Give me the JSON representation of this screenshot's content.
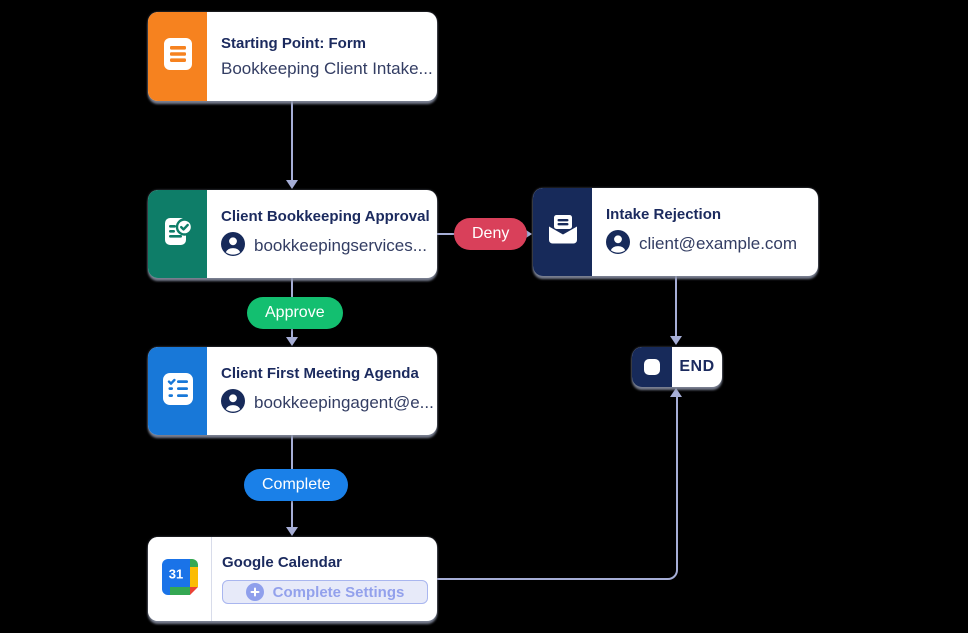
{
  "nodes": {
    "start": {
      "title": "Starting Point: Form",
      "subtitle": "Bookkeeping Client Intake...",
      "accent": "#f6821f",
      "icon": "form-icon"
    },
    "approval": {
      "title": "Client Bookkeeping Approval",
      "subtitle": "bookkeepingservices...",
      "accent": "#0e7d68",
      "icon": "approval-icon"
    },
    "rejection": {
      "title": "Intake Rejection",
      "subtitle": "client@example.com",
      "accent": "#172a5a",
      "icon": "email-icon"
    },
    "agenda": {
      "title": "Client First Meeting Agenda",
      "subtitle": "bookkeepingagent@e...",
      "accent": "#1878d8",
      "icon": "checklist-icon"
    },
    "calendar": {
      "title": "Google Calendar",
      "button_label": "Complete Settings",
      "icon": "google-calendar-icon",
      "icon_badge": "31"
    },
    "end": {
      "label": "END"
    }
  },
  "branches": {
    "deny": {
      "label": "Deny",
      "color": "#d9405a"
    },
    "approve": {
      "label": "Approve",
      "color": "#13bf70"
    },
    "complete": {
      "label": "Complete",
      "color": "#1a80e8"
    }
  },
  "colors": {
    "connector": "#a6aed6",
    "node_title": "#1b2a5e",
    "node_subtitle": "#333d63",
    "background": "#000000"
  }
}
